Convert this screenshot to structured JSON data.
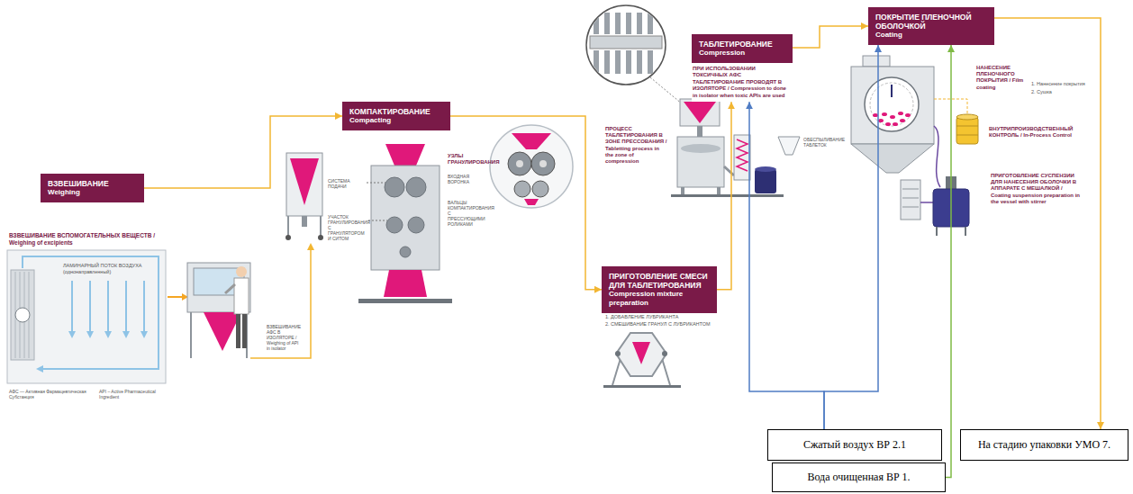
{
  "diagram": {
    "nodes": [
      {
        "text": [
          "ВЗВЕШИВАНИЕ",
          "Weighing"
        ]
      },
      {
        "text": [
          "КОМПАКТИРОВАНИЕ",
          "Compacting"
        ]
      },
      {
        "text": [
          "ПРИГОТОВЛЕНИЕ СМЕСИ ДЛЯ ТАБЛЕТИРОВАНИЯ",
          "Compression mixture preparation"
        ]
      },
      {
        "text": [
          "ТАБЛЕТИРОВАНИЕ",
          "Compression",
          "ПРИ ИСПОЛЬЗОВАНИИ ТОКСИЧНЫХ АФС ТАБЛЕТИРОВАНИЕ ПРОВОДЯТ В ИЗОЛЯТОРЕ / Compression to done in isolator when toxic APIs are used"
        ]
      },
      {
        "text": [
          "ПОКРЫТИЕ ПЛЕНОЧНОЙ ОБОЛОЧКОЙ",
          "Coating"
        ]
      },
      {
        "text": [
          "Сжатый воздух ВР 2.1"
        ]
      },
      {
        "text": [
          "Вода очищенная ВР 1."
        ]
      },
      {
        "text": [
          "На стадию упаковки УМО 7."
        ]
      }
    ],
    "edges": [
      {
        "from": 0,
        "to": 1,
        "arrow": "to"
      },
      {
        "from": 1,
        "to": 2,
        "arrow": "to"
      },
      {
        "from": 2,
        "to": 3,
        "arrow": "to"
      },
      {
        "from": 3,
        "to": 4,
        "arrow": "to"
      },
      {
        "from": 4,
        "to": 7,
        "arrow": "to"
      },
      {
        "from": 5,
        "to": 3,
        "arrow": "to"
      },
      {
        "from": 5,
        "to": 4,
        "arrow": "to"
      },
      {
        "from": 6,
        "to": 4,
        "arrow": "to"
      }
    ],
    "labels": [
      "ВЗВЕШИВАНИЕ ВСПОМОГАТЕЛЬНЫХ ВЕЩЕСТВ / Weighing of excipients",
      "ЛАМИНАРНЫЙ ПОТОК ВОЗДУХА (однонаправленный)",
      "АФС — Активная Фармацевтическая Субстанция",
      "API – Active Pharmaceutical Ingredient",
      "ВЗВЕШИВАНИЕ АФС В ИЗОЛЯТОРЕ / Weighing of API in isolator",
      "СИСТЕМА ПОДАЧИ",
      "УЧАСТОК ГРАНУЛИРОВАНИЯ С ГРАНУЛЯТОРОМ И СИТОМ",
      "УЗЛЫ ГРАНУЛИРОВАНИЯ",
      "ВХОДНАЯ ВОРОНКА",
      "ВАЛЬЦЫ КОМПАКТИРОВАНИЯ С ПРЕССУЮЩИМИ РОЛИКАМИ",
      "ПРОЦЕСС ТАБЛЕТИРОВАНИЯ В ЗОНЕ ПРЕССОВАНИЯ / Tabletting process in the zone of compression",
      "ОБЕСПЫЛИВАНИЕ ТАБЛЕТОК",
      "1. ДОБАВЛЕНИЕ ЛУБРИКАНТА",
      "2. СМЕШИВАНИЕ ГРАНУЛ С ЛУБРИКАНТОМ",
      "НАНЕСЕНИЕ ПЛЕНОЧНОГО ПОКРЫТИЯ / Film coating",
      "1. Нанесение покрытия",
      "2. Сушка",
      "ВНУТРИПРОИЗВОДСТВЕННЫЙ КОНТРОЛЬ / In-Process Control",
      "ПРИГОТОВЛЕНИЕ СУСПЕНЗИИ ДЛЯ НАНЕСЕНИЯ ОБОЛОЧКИ В АППАРАТЕ С МЕШАЛКОЙ / Coating suspension preparation in the vessel with stirrer"
    ]
  }
}
